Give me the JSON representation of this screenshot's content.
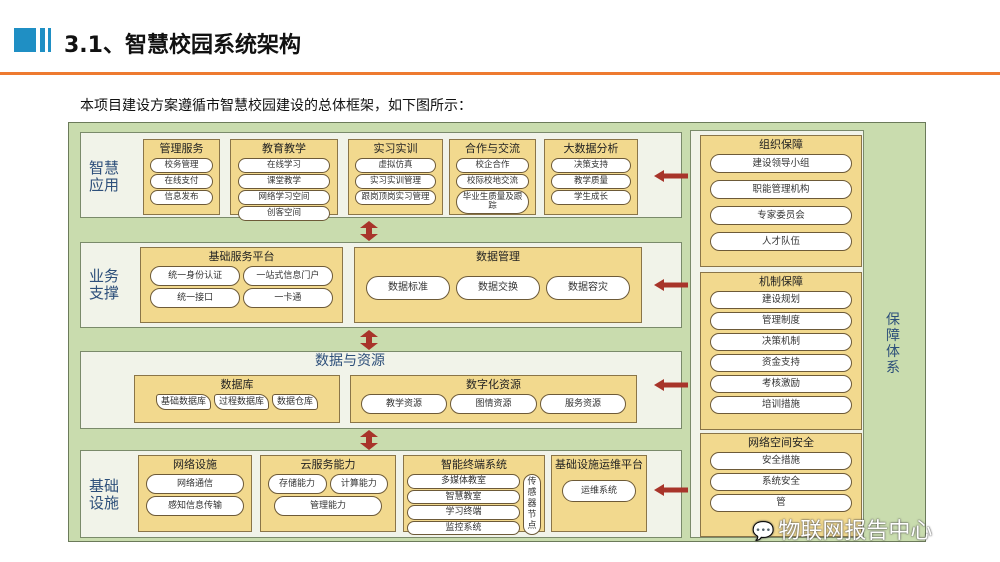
{
  "header": {
    "title": "3.1、智慧校园系统架构"
  },
  "intro": "本项目建设方案遵循市智慧校园建设的总体框架，如下图所示：",
  "rows": [
    {
      "label": "智慧应用",
      "boxes": [
        {
          "title": "管理服务",
          "items": [
            "校务管理",
            "在线支付",
            "信息发布"
          ]
        },
        {
          "title": "教育教学",
          "items": [
            "在线学习",
            "课堂教学",
            "网络学习空间",
            "创客空间"
          ]
        },
        {
          "title": "实习实训",
          "items": [
            "虚拟仿真",
            "实习实训管理",
            "跟岗顶岗实习管理"
          ]
        },
        {
          "title": "合作与交流",
          "items": [
            "校企合作",
            "校际校地交流",
            "毕业生质量及跟踪"
          ]
        },
        {
          "title": "大数据分析",
          "items": [
            "决策支持",
            "教学质量",
            "学生成长"
          ]
        }
      ]
    },
    {
      "label": "业务支撑",
      "boxes": [
        {
          "title": "基础服务平台",
          "items": [
            "统一身份认证",
            "一站式信息门户",
            "统一接口",
            "一卡通"
          ]
        },
        {
          "title": "数据管理",
          "items": [
            "数据标准",
            "数据交换",
            "数据容灾"
          ]
        }
      ]
    },
    {
      "label": "数据与资源",
      "boxes": [
        {
          "title": "数据库",
          "items": [
            "基础数据库",
            "过程数据库",
            "数据仓库"
          ]
        },
        {
          "title": "数字化资源",
          "items": [
            "教学资源",
            "图情资源",
            "服务资源"
          ]
        }
      ]
    },
    {
      "label": "基础设施",
      "boxes": [
        {
          "title": "网络设施",
          "items": [
            "网络通信",
            "感知信息传输"
          ]
        },
        {
          "title": "云服务能力",
          "items": [
            "存储能力",
            "计算能力",
            "管理能力"
          ]
        },
        {
          "title": "智能终端系统",
          "items": [
            "多媒体教室",
            "智慧教室",
            "学习终端",
            "监控系统",
            "传感器节点"
          ]
        },
        {
          "title": "基础设施运维平台",
          "items": [
            "运维系统"
          ]
        }
      ]
    }
  ],
  "guarantee": {
    "label": "保障体系",
    "boxes": [
      {
        "title": "组织保障",
        "items": [
          "建设领导小组",
          "职能管理机构",
          "专家委员会",
          "人才队伍"
        ]
      },
      {
        "title": "机制保障",
        "items": [
          "建设规划",
          "管理制度",
          "决策机制",
          "资金支持",
          "考核激励",
          "培训措施"
        ]
      },
      {
        "title": "网络空间安全",
        "items": [
          "安全措施",
          "系统安全",
          "管"
        ]
      }
    ]
  },
  "watermark": "物联网报告中心",
  "colors": {
    "accent_blue": "#1f8fc4",
    "rule_orange": "#ee7a30",
    "arrow_red": "#a8342a",
    "box_fill": "#f2d98e",
    "panel_green": "#c9dcae"
  }
}
